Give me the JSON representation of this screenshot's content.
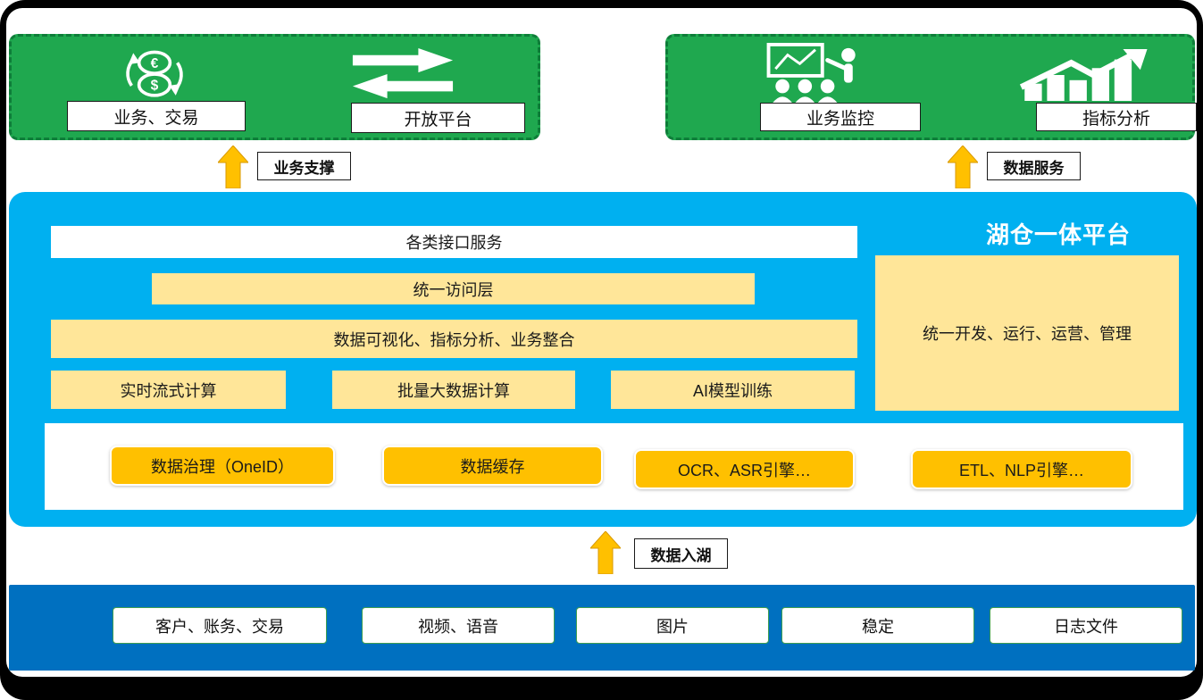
{
  "colors": {
    "green": "#1FA84F",
    "green_border": "#0E7D39",
    "lake_blue": "#00B0F0",
    "source_blue": "#0070C0",
    "accent_orange": "#FFC000",
    "light_yellow": "#FFE699"
  },
  "top_left_group": {
    "items": [
      {
        "label": "业务、交易",
        "icon": "currency-exchange-icon"
      },
      {
        "label": "开放平台",
        "icon": "transfer-arrows-icon"
      }
    ]
  },
  "top_right_group": {
    "items": [
      {
        "label": "业务监控",
        "icon": "monitoring-presentation-icon"
      },
      {
        "label": "指标分析",
        "icon": "analytics-growth-icon"
      }
    ]
  },
  "arrows": [
    {
      "label": "业务支撑"
    },
    {
      "label": "数据服务"
    },
    {
      "label": "数据入湖"
    }
  ],
  "platform": {
    "title": "湖仓一体平台",
    "interface_bar": "各类接口服务",
    "access_layer": "统一访问层",
    "viz_bar": "数据可视化、指标分析、业务整合",
    "compute": [
      "实时流式计算",
      "批量大数据计算",
      "AI模型训练"
    ],
    "ops_box": "统一开发、运行、运营、管理",
    "engines": [
      "数据治理（OneID）",
      "数据缓存",
      "OCR、ASR引擎…",
      "ETL、NLP引擎…"
    ]
  },
  "sources": [
    "客户、账务、交易",
    "视频、语音",
    "图片",
    "稳定",
    "日志文件"
  ]
}
